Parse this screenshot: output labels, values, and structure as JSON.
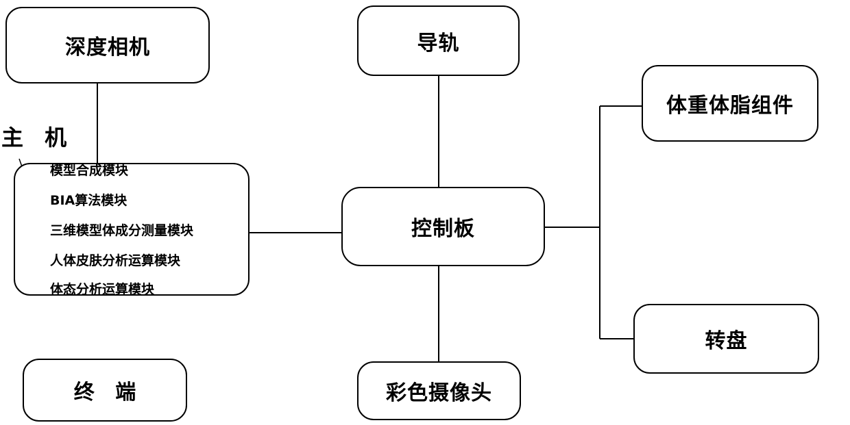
{
  "nodes": {
    "depth_camera": "深度相机",
    "guide_rail": "导轨",
    "body_fat_assembly": "体重体脂组件",
    "control_board": "控制板",
    "turntable": "转盘",
    "color_camera": "彩色摄像头",
    "terminal": "终 端"
  },
  "host": {
    "label": "主 机",
    "modules": [
      "模型合成模块",
      "BIA算法模块",
      "三维模型体成分测量模块",
      "人体皮肤分析运算模块",
      "体态分析运算模块"
    ]
  }
}
